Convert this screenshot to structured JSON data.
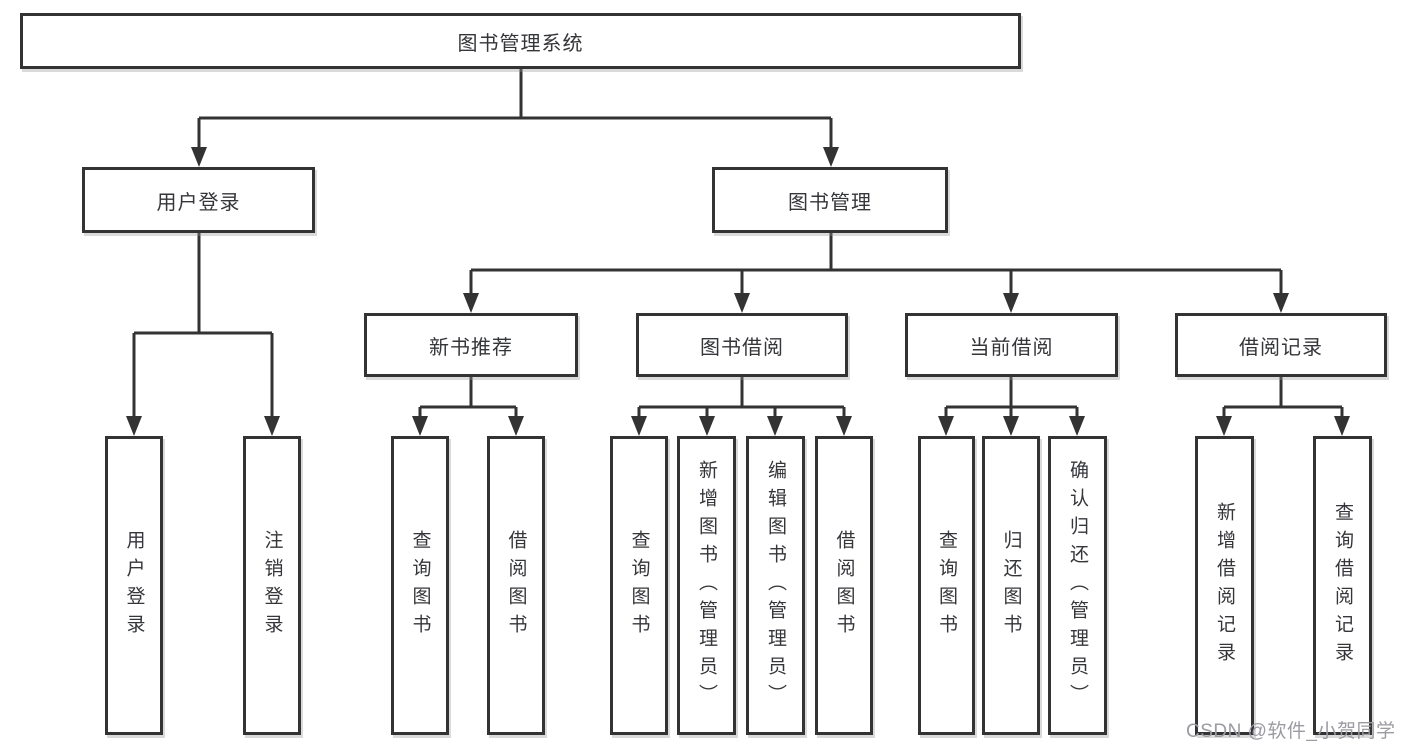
{
  "diagram": {
    "title": "图书管理系统",
    "nodes": {
      "root": "图书管理系统",
      "user_login": "用户登录",
      "book_mgmt": "图书管理",
      "new_book_rec": "新书推荐",
      "book_borrow": "图书借阅",
      "current_borrow": "当前借阅",
      "borrow_records": "借阅记录",
      "ul_user_login": "用户登录",
      "ul_logout": "注销登录",
      "nr_query_books": "查询图书",
      "nr_borrow_books": "借阅图书",
      "bb_query_books": "查询图书",
      "bb_add_books": "新增图书（管理员）",
      "bb_edit_books": "编辑图书（管理员）",
      "bb_borrow_books": "借阅图书",
      "cb_query_books": "查询图书",
      "cb_return_books": "归还图书",
      "cb_confirm_return": "确认归还（管理员）",
      "br_add_record": "新增借阅记录",
      "br_query_record": "查询借阅记录"
    },
    "colors": {
      "line": "#333333",
      "text": "#35363a",
      "watermark": "#9b9ba2",
      "background": "#ffffff"
    }
  },
  "watermark": "CSDN @软件_小贺同学"
}
